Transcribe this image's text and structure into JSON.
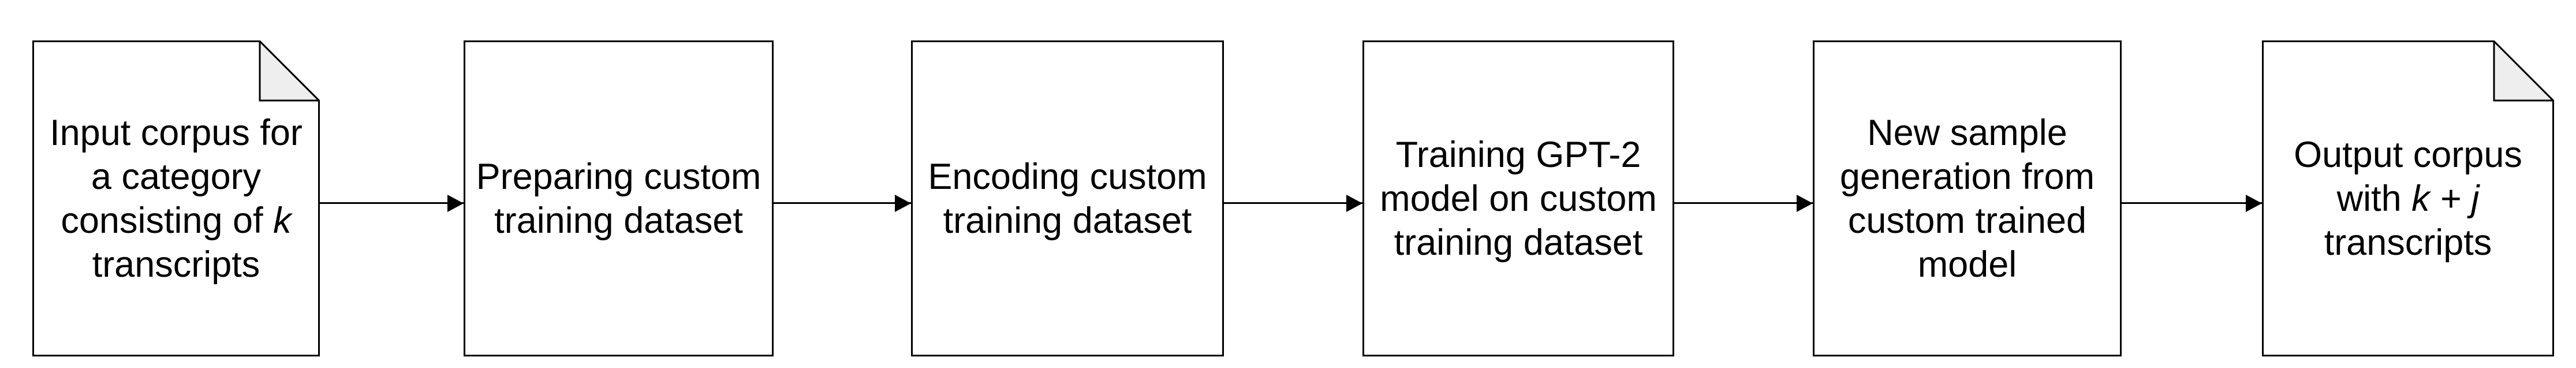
{
  "diagram": {
    "type": "flowchart",
    "direction": "left-to-right",
    "colors": {
      "background": "#ffffff",
      "fill": "#ffffff",
      "stroke": "#000000",
      "fold": "#eeeeee"
    },
    "nodes": [
      {
        "id": "input-corpus",
        "shape": "document",
        "label": "Input corpus for a category consisting of k transcripts",
        "label_lines": [
          [
            {
              "t": "Input corpus for"
            }
          ],
          [
            {
              "t": "a category"
            }
          ],
          [
            {
              "t": "consisting of "
            },
            {
              "t": "k",
              "italic": true
            }
          ],
          [
            {
              "t": "transcripts"
            }
          ]
        ]
      },
      {
        "id": "preparing-dataset",
        "shape": "process",
        "label": "Preparing custom training dataset",
        "label_lines": [
          [
            {
              "t": "Preparing custom"
            }
          ],
          [
            {
              "t": "training dataset"
            }
          ]
        ]
      },
      {
        "id": "encoding-dataset",
        "shape": "process",
        "label": "Encoding custom training dataset",
        "label_lines": [
          [
            {
              "t": "Encoding custom"
            }
          ],
          [
            {
              "t": "training dataset"
            }
          ]
        ]
      },
      {
        "id": "training-model",
        "shape": "process",
        "label": "Training GPT-2 model on custom training dataset",
        "label_lines": [
          [
            {
              "t": "Training GPT-2"
            }
          ],
          [
            {
              "t": "model on custom"
            }
          ],
          [
            {
              "t": "training dataset"
            }
          ]
        ]
      },
      {
        "id": "sample-generation",
        "shape": "process",
        "label": "New sample generation from custom trained model",
        "label_lines": [
          [
            {
              "t": "New sample"
            }
          ],
          [
            {
              "t": "generation from"
            }
          ],
          [
            {
              "t": "custom trained"
            }
          ],
          [
            {
              "t": "model"
            }
          ]
        ]
      },
      {
        "id": "output-corpus",
        "shape": "document",
        "label": "Output corpus with k + j transcripts",
        "label_lines": [
          [
            {
              "t": "Output corpus"
            }
          ],
          [
            {
              "t": "with "
            },
            {
              "t": "k + j",
              "italic": true
            }
          ],
          [
            {
              "t": "transcripts"
            }
          ]
        ]
      }
    ],
    "connections": [
      {
        "from": "input-corpus",
        "to": "preparing-dataset"
      },
      {
        "from": "preparing-dataset",
        "to": "encoding-dataset"
      },
      {
        "from": "encoding-dataset",
        "to": "training-model"
      },
      {
        "from": "training-model",
        "to": "sample-generation"
      },
      {
        "from": "sample-generation",
        "to": "output-corpus"
      }
    ]
  }
}
